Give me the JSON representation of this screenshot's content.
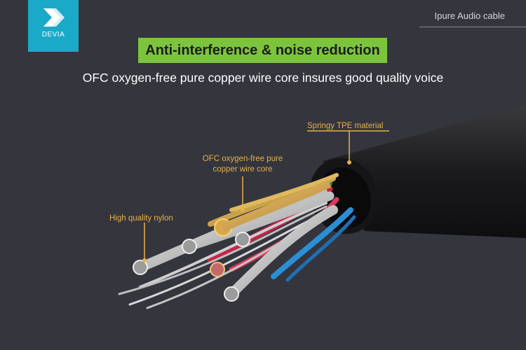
{
  "brand": {
    "name": "DEVIA",
    "color": "#1aa9c9"
  },
  "header": {
    "product": "Ipure Audio cable"
  },
  "headline": {
    "text": "Anti-interference & noise reduction",
    "color": "#7cc43e"
  },
  "subheadline": "OFC oxygen-free pure copper wire core insures good quality voice",
  "callouts": {
    "nylon": "High quality nylon",
    "ofc_line1": "OFC oxygen-free pure",
    "ofc_line2": "copper wire core",
    "tpe": "Springy TPE material"
  },
  "accent_color": "#e6b24a"
}
